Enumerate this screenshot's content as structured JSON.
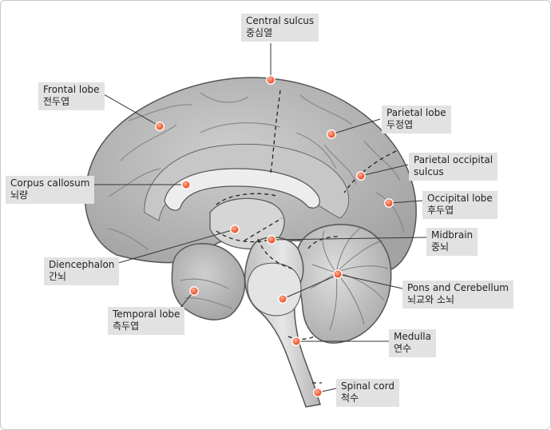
{
  "labels": {
    "central_sulcus": {
      "en": "Central sulcus",
      "ko": "중심열"
    },
    "frontal_lobe": {
      "en": "Frontal lobe",
      "ko": "전두엽"
    },
    "parietal_lobe": {
      "en": "Parietal lobe",
      "ko": "두정엽"
    },
    "parietal_occipital_sulcus": {
      "en": "Parietal occipital",
      "en2": "sulcus"
    },
    "corpus_callosum": {
      "en": "Corpus callosum",
      "ko": "뇌량"
    },
    "occipital_lobe": {
      "en": "Occipital lobe",
      "ko": "후두엽"
    },
    "midbrain": {
      "en": "Midbrain",
      "ko": "중뇌"
    },
    "diencephalon": {
      "en": "Diencephalon",
      "ko": "간뇌"
    },
    "pons_cerebellum": {
      "en": "Pons and Cerebellum",
      "ko": "뇌교와 소뇌"
    },
    "temporal_lobe": {
      "en": "Temporal lobe",
      "ko": "측두엽"
    },
    "medulla": {
      "en": "Medulla",
      "ko": "연수"
    },
    "spinal_cord": {
      "en": "Spinal cord",
      "ko": "척수"
    }
  },
  "colors": {
    "marker": "#f04e23",
    "label_bg": "#e2e2e2",
    "leader": "#333333",
    "cortex": "#b9b9b9",
    "white_matter": "#dadada"
  }
}
